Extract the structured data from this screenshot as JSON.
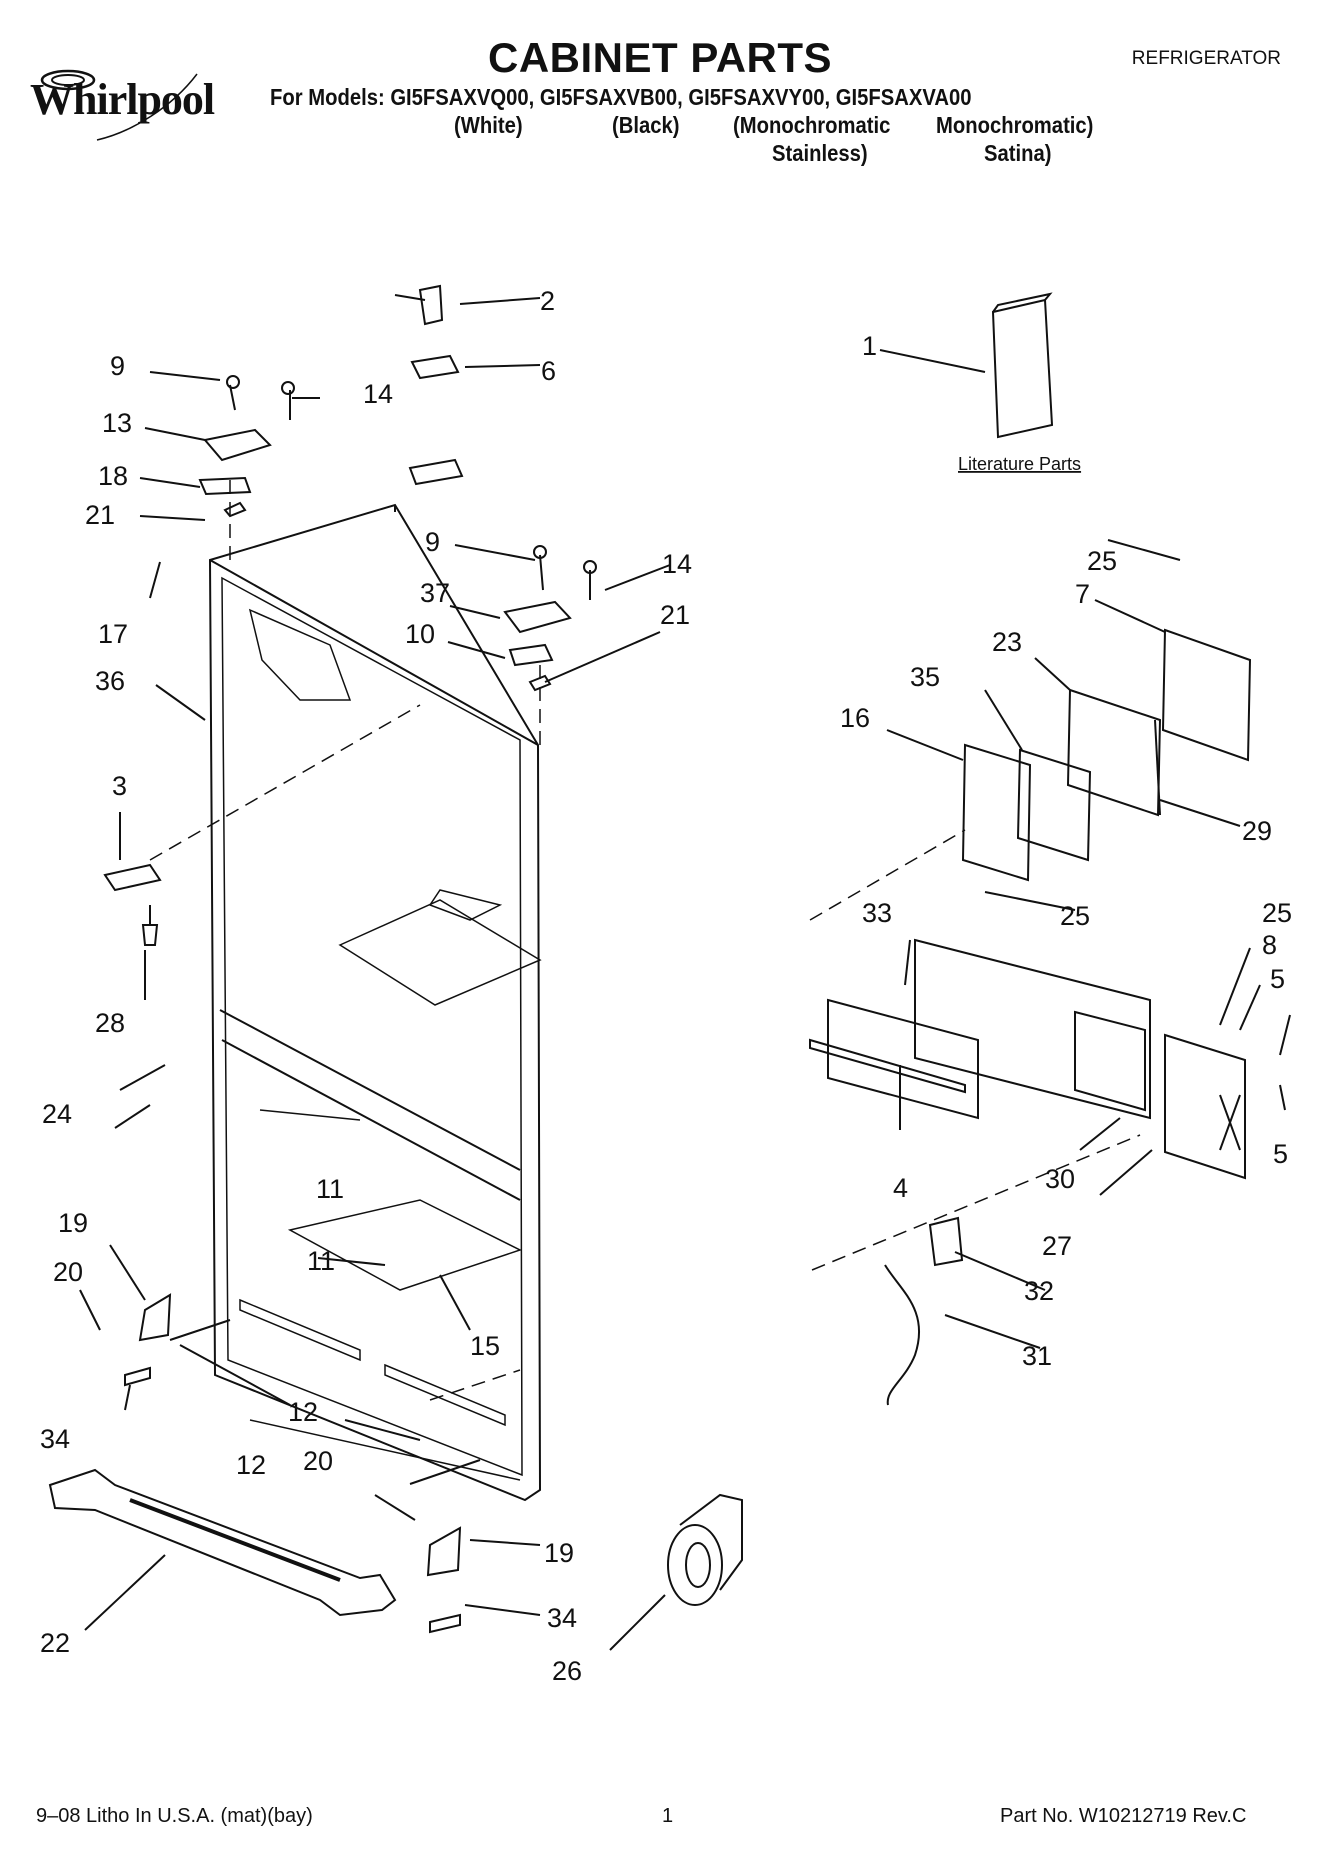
{
  "header": {
    "brand": "Whirlpool",
    "title": "CABINET PARTS",
    "category": "REFRIGERATOR",
    "models_line": "For Models: GI5FSAXVQ00, GI5FSAXVB00, GI5FSAXVY00, GI5FSAXVA00",
    "colors": {
      "white": "(White)",
      "black": "(Black)",
      "mono1_a": "(Monochromatic",
      "mono1_b": "Stainless)",
      "mono2_a": "Monochromatic)",
      "mono2_b": "Satina)"
    }
  },
  "diagram": {
    "literature_label": "Literature Parts",
    "callouts": [
      "1",
      "2",
      "3",
      "4",
      "5",
      "5",
      "6",
      "7",
      "8",
      "9",
      "9",
      "10",
      "11",
      "11",
      "12",
      "12",
      "13",
      "14",
      "14",
      "15",
      "16",
      "17",
      "18",
      "19",
      "19",
      "20",
      "20",
      "21",
      "21",
      "22",
      "23",
      "24",
      "25",
      "25",
      "25",
      "26",
      "27",
      "28",
      "29",
      "30",
      "31",
      "32",
      "33",
      "34",
      "34",
      "35",
      "36",
      "37"
    ]
  },
  "footer": {
    "left": "9–08 Litho In U.S.A. (mat)(bay)",
    "page": "1",
    "part_no": "Part No. W10212719 Rev.C"
  },
  "colors": {
    "ink": "#111111",
    "paper": "#ffffff"
  }
}
